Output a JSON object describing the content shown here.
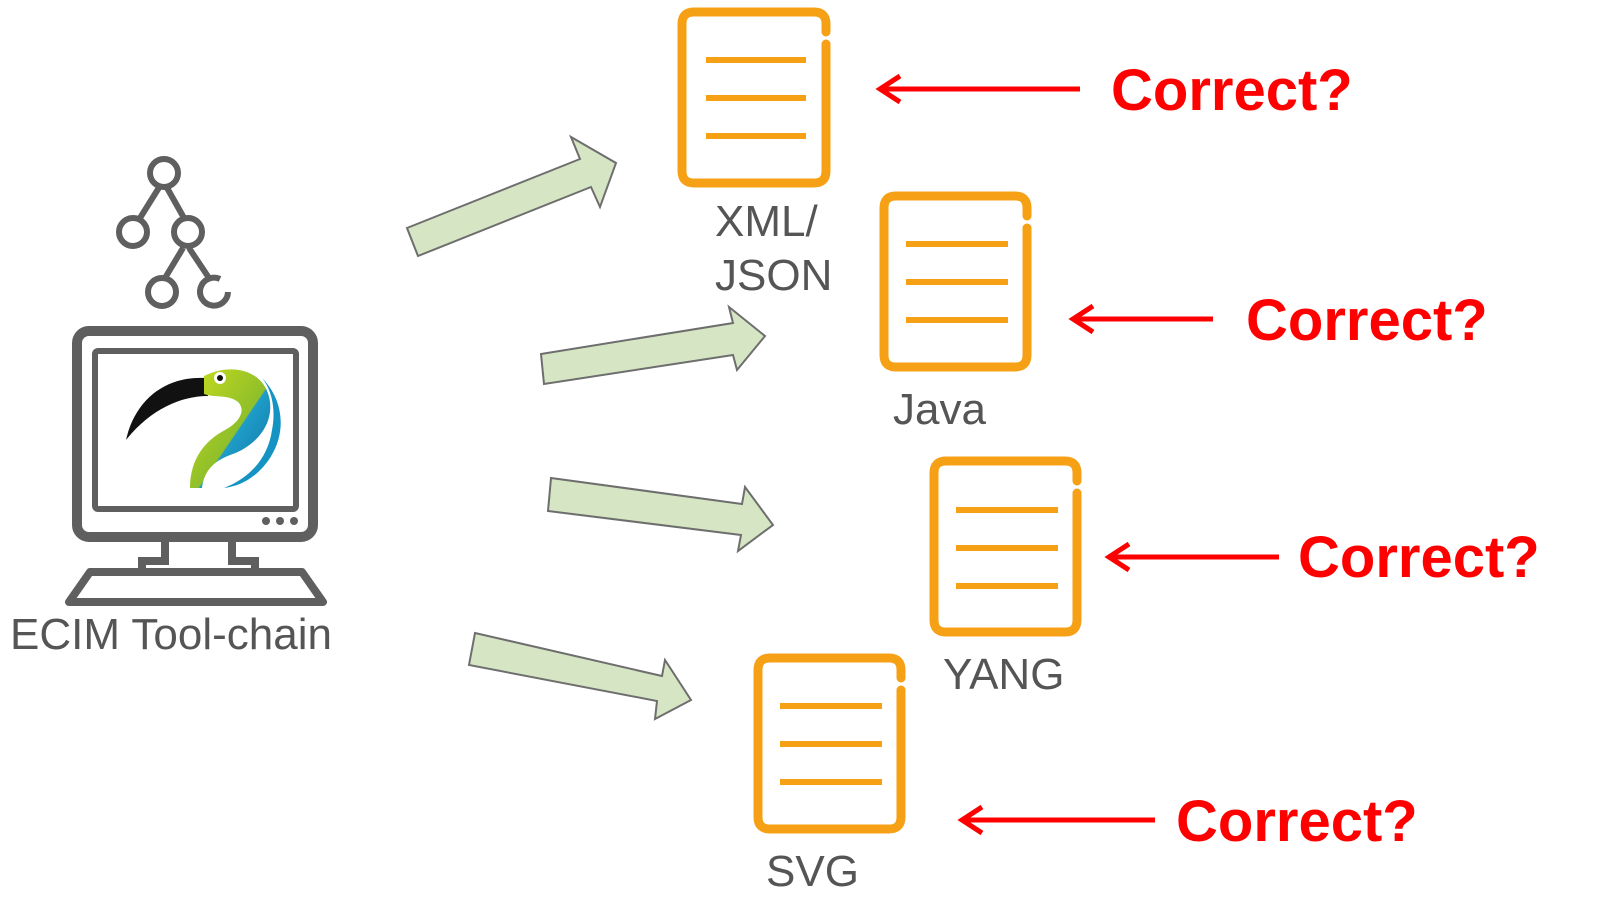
{
  "toolchain": {
    "label": "ECIM Tool-chain"
  },
  "outputs": [
    {
      "id": "xml-json",
      "label_line1": "XML/",
      "label_line2": "JSON",
      "question": "Correct?"
    },
    {
      "id": "java",
      "label": "Java",
      "question": "Correct?"
    },
    {
      "id": "yang",
      "label": "YANG",
      "question": "Correct?"
    },
    {
      "id": "svg",
      "label": "SVG",
      "question": "Correct?"
    }
  ],
  "colors": {
    "document": "#f5a015",
    "flow_arrow_fill": "#d6e6c4",
    "flow_arrow_stroke": "#6e6e6e",
    "question": "#ff0000",
    "label": "#555555",
    "icon_gray": "#5f5f5f"
  },
  "icons": [
    "tree-icon",
    "computer-icon",
    "ibis-logo",
    "document-icon",
    "block-arrow",
    "red-arrow"
  ]
}
